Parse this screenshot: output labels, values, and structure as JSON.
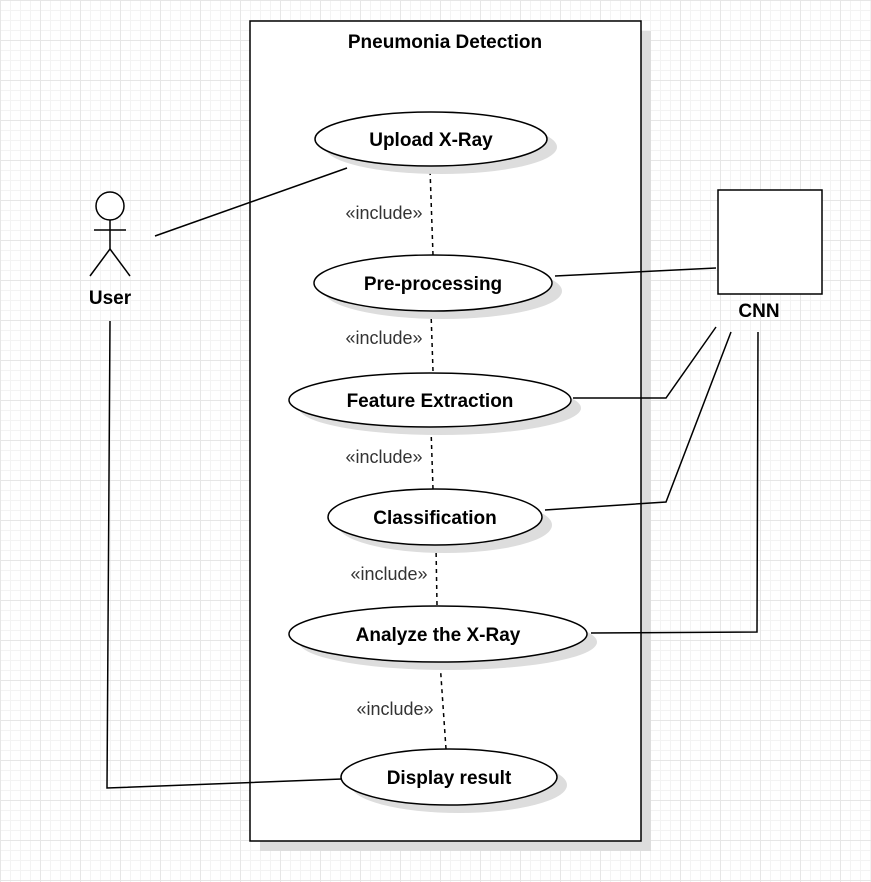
{
  "system": {
    "title": "Pneumonia Detection"
  },
  "actors": {
    "user": "User",
    "cnn": "CNN"
  },
  "use_cases": [
    "Upload X-Ray",
    "Pre-processing",
    "Feature Extraction",
    "Classification",
    "Analyze the X-Ray",
    "Display result"
  ],
  "relations": {
    "include_label": "«include»"
  },
  "colors": {
    "stroke": "#000000",
    "shadow": "#dddddd",
    "fill": "#ffffff"
  }
}
